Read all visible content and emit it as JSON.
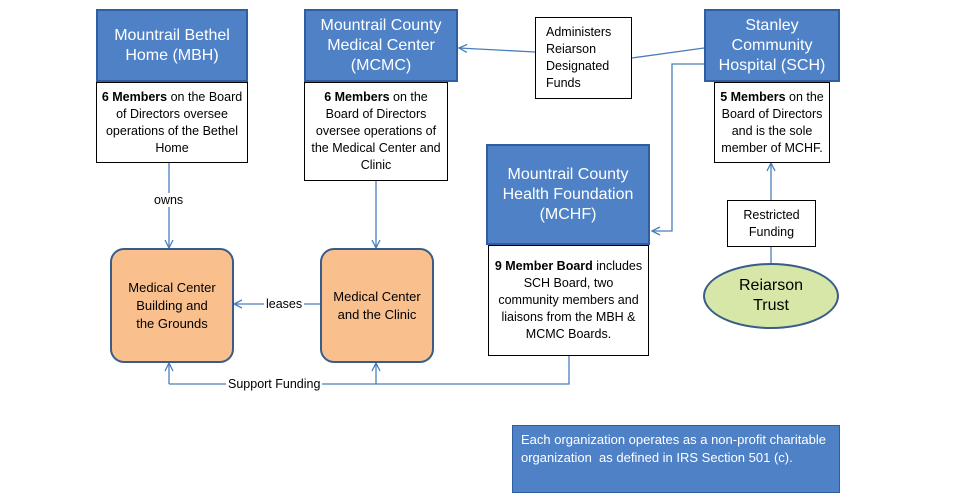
{
  "mbh": {
    "title": "Mountrail Bethel Home (MBH)",
    "desc_bold": "6 Members",
    "desc_rest": " on the Board of Directors oversee operations of the Bethel Home"
  },
  "mcmc": {
    "title": "Mountrail County Medical Center (MCMC)",
    "desc_bold": "6 Members",
    "desc_rest": " on the Board of Directors oversee operations of the Medical Center and Clinic"
  },
  "sch": {
    "title": "Stanley Community Hospital (SCH)",
    "desc_bold": "5 Members",
    "desc_rest": " on the Board of Directors and is the sole member of MCHF."
  },
  "mchf": {
    "title": "Mountrail County Health Foundation (MCHF)",
    "desc_bold": "9 Member Board",
    "desc_rest": " includes SCH Board, two community members and liaisons from the MBH & MCMC Boards."
  },
  "administers": "Administers Reiarson Designated Funds",
  "restricted": "Restricted Funding",
  "trust": "Reiarson Trust",
  "building": "Medical Center Building and the Grounds",
  "clinic": "Medical Center and the Clinic",
  "labels": {
    "owns": "owns",
    "leases": "leases",
    "support": "Support Funding"
  },
  "note": "Each organization operates as a non-profit charitable organization  as defined in IRS Section 501 (c).",
  "colors": {
    "blue_box": "#4f81c7",
    "orange_box": "#f9c08e",
    "trust_fill": "#d6e7a8",
    "trust_border": "#385d8a",
    "arrow": "#4a7ebb"
  }
}
